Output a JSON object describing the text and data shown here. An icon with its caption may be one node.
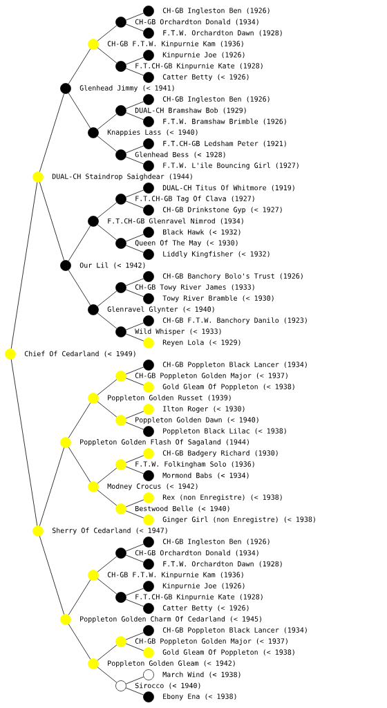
{
  "diagram": {
    "nodes": [
      {
        "text": [
          "CH-GB Ingleston Ben (1926)"
        ]
      },
      {
        "text": [
          "CH-GB Orchardton Donald (1934)"
        ]
      },
      {
        "text": [
          "F.T.W. Orchardton Dawn (1928)"
        ]
      },
      {
        "text": [
          "CH-GB F.T.W. Kinpurnie Kam (1936)"
        ]
      },
      {
        "text": [
          "Kinpurnie Joe (1926)"
        ]
      },
      {
        "text": [
          "F.T.CH-GB Kinpurnie Kate (1928)"
        ]
      },
      {
        "text": [
          "Catter Betty (< 1926)"
        ]
      },
      {
        "text": [
          "Glenhead Jimmy (< 1941)"
        ]
      },
      {
        "text": [
          "CH-GB Ingleston Ben (1926)"
        ]
      },
      {
        "text": [
          "DUAL-CH Bramshaw Bob (1929)"
        ]
      },
      {
        "text": [
          "F.T.W. Bramshaw Brimble (1926)"
        ]
      },
      {
        "text": [
          "Knappies Lass (< 1940)"
        ]
      },
      {
        "text": [
          "F.T.CH-GB Ledsham Peter (1921)"
        ]
      },
      {
        "text": [
          "Glenhead Bess (< 1928)"
        ]
      },
      {
        "text": [
          "F.T.W. L'ile Bouncing Girl (1927)"
        ]
      },
      {
        "text": [
          "DUAL-CH Staindrop Saighdear (1944)"
        ]
      },
      {
        "text": [
          "DUAL-CH Titus Of Whitmore (1919)"
        ]
      },
      {
        "text": [
          "F.T.CH-GB Tag Of Clava (1927)"
        ]
      },
      {
        "text": [
          "CH-GB Drinkstone Gyp (< 1927)"
        ]
      },
      {
        "text": [
          "F.T.CH-GB Glenravel Nimrod (1934)"
        ]
      },
      {
        "text": [
          "Black Hawk (< 1932)"
        ]
      },
      {
        "text": [
          "Queen Of The May (< 1930)"
        ]
      },
      {
        "text": [
          "Liddly Kingfisher (< 1932)"
        ]
      },
      {
        "text": [
          "Our Lil (< 1942)"
        ]
      },
      {
        "text": [
          "CH-GB Banchory Bolo's Trust (1926)"
        ]
      },
      {
        "text": [
          "CH-GB Towy River James (1933)"
        ]
      },
      {
        "text": [
          "Towy River Bramble (< 1930)"
        ]
      },
      {
        "text": [
          "Glenravel Glynter (< 1940)"
        ]
      },
      {
        "text": [
          "CH-GB F.T.W. Banchory Danilo (1923)"
        ]
      },
      {
        "text": [
          "Wild Whisper (< 1933)"
        ]
      },
      {
        "text": [
          "Reyen Lola (< 1929)"
        ]
      },
      {
        "text": [
          "Chief Of Cedarland (< 1949)"
        ]
      },
      {
        "text": [
          "CH-GB Poppleton Black Lancer (1934)"
        ]
      },
      {
        "text": [
          "CH-GB Poppleton Golden Major (< 1937)"
        ]
      },
      {
        "text": [
          "Gold Gleam Of Poppleton (< 1938)"
        ]
      },
      {
        "text": [
          "Poppleton Golden Russet (1939)"
        ]
      },
      {
        "text": [
          "Ilton Roger (< 1930)"
        ]
      },
      {
        "text": [
          "Poppleton Golden Dawn (< 1940)"
        ]
      },
      {
        "text": [
          "Poppleton Black Lilac (< 1938)"
        ]
      },
      {
        "text": [
          "Poppleton Golden Flash Of Sagaland (1944)"
        ]
      },
      {
        "text": [
          "CH-GB Badgery Richard (1930)"
        ]
      },
      {
        "text": [
          "F.T.W. Folkingham Solo (1936)"
        ]
      },
      {
        "text": [
          "Mormond Babs (< 1934)"
        ]
      },
      {
        "text": [
          "Modney Crocus (< 1942)"
        ]
      },
      {
        "text": [
          "Rex (non Enregistre) (< 1938)"
        ]
      },
      {
        "text": [
          "Bestwood Belle (< 1940)"
        ]
      },
      {
        "text": [
          "Ginger Girl (non Enregistre) (< 1938)"
        ]
      },
      {
        "text": [
          "Sherry Of Cedarland (< 1947)"
        ]
      },
      {
        "text": [
          "CH-GB Ingleston Ben (1926)"
        ]
      },
      {
        "text": [
          "CH-GB Orchardton Donald (1934)"
        ]
      },
      {
        "text": [
          "F.T.W. Orchardton Dawn (1928)"
        ]
      },
      {
        "text": [
          "CH-GB F.T.W. Kinpurnie Kam (1936)"
        ]
      },
      {
        "text": [
          "Kinpurnie Joe (1926)"
        ]
      },
      {
        "text": [
          "F.T.CH-GB Kinpurnie Kate (1928)"
        ]
      },
      {
        "text": [
          "Catter Betty (< 1926)"
        ]
      },
      {
        "text": [
          "Poppleton Golden Charm Of Cedarland (< 1945)"
        ]
      },
      {
        "text": [
          "CH-GB Poppleton Black Lancer (1934)"
        ]
      },
      {
        "text": [
          "CH-GB Poppleton Golden Major (< 1937)"
        ]
      },
      {
        "text": [
          "Gold Gleam Of Poppleton (< 1938)"
        ]
      },
      {
        "text": [
          "Poppleton Golden Gleam (< 1942)"
        ]
      },
      {
        "text": [
          "March Wind (< 1938)"
        ]
      },
      {
        "text": [
          "Sirocco (< 1940)"
        ]
      },
      {
        "text": [
          "Ebony Ena (< 1938)"
        ]
      }
    ],
    "edges": [
      {
        "from": 1,
        "to": 0,
        "arrow": "none"
      },
      {
        "from": 1,
        "to": 2,
        "arrow": "none"
      },
      {
        "from": 3,
        "to": 1,
        "arrow": "none"
      },
      {
        "from": 3,
        "to": 5,
        "arrow": "none"
      },
      {
        "from": 5,
        "to": 4,
        "arrow": "none"
      },
      {
        "from": 5,
        "to": 6,
        "arrow": "none"
      },
      {
        "from": 7,
        "to": 3,
        "arrow": "none"
      },
      {
        "from": 7,
        "to": 11,
        "arrow": "none"
      },
      {
        "from": 9,
        "to": 8,
        "arrow": "none"
      },
      {
        "from": 9,
        "to": 10,
        "arrow": "none"
      },
      {
        "from": 11,
        "to": 9,
        "arrow": "none"
      },
      {
        "from": 11,
        "to": 13,
        "arrow": "none"
      },
      {
        "from": 13,
        "to": 12,
        "arrow": "none"
      },
      {
        "from": 13,
        "to": 14,
        "arrow": "none"
      },
      {
        "from": 15,
        "to": 7,
        "arrow": "none"
      },
      {
        "from": 15,
        "to": 23,
        "arrow": "none"
      },
      {
        "from": 17,
        "to": 16,
        "arrow": "none"
      },
      {
        "from": 17,
        "to": 18,
        "arrow": "none"
      },
      {
        "from": 19,
        "to": 17,
        "arrow": "none"
      },
      {
        "from": 19,
        "to": 21,
        "arrow": "none"
      },
      {
        "from": 21,
        "to": 20,
        "arrow": "none"
      },
      {
        "from": 21,
        "to": 22,
        "arrow": "none"
      },
      {
        "from": 23,
        "to": 19,
        "arrow": "none"
      },
      {
        "from": 23,
        "to": 27,
        "arrow": "none"
      },
      {
        "from": 25,
        "to": 24,
        "arrow": "none"
      },
      {
        "from": 25,
        "to": 26,
        "arrow": "none"
      },
      {
        "from": 27,
        "to": 25,
        "arrow": "none"
      },
      {
        "from": 27,
        "to": 29,
        "arrow": "none"
      },
      {
        "from": 29,
        "to": 28,
        "arrow": "none"
      },
      {
        "from": 29,
        "to": 30,
        "arrow": "none"
      },
      {
        "from": 31,
        "to": 15,
        "arrow": "none"
      },
      {
        "from": 31,
        "to": 47,
        "arrow": "none"
      },
      {
        "from": 33,
        "to": 32,
        "arrow": "none"
      },
      {
        "from": 33,
        "to": 34,
        "arrow": "none"
      },
      {
        "from": 35,
        "to": 33,
        "arrow": "none"
      },
      {
        "from": 35,
        "to": 37,
        "arrow": "none"
      },
      {
        "from": 37,
        "to": 36,
        "arrow": "none"
      },
      {
        "from": 37,
        "to": 38,
        "arrow": "none"
      },
      {
        "from": 39,
        "to": 35,
        "arrow": "none"
      },
      {
        "from": 39,
        "to": 43,
        "arrow": "none"
      },
      {
        "from": 41,
        "to": 40,
        "arrow": "none"
      },
      {
        "from": 41,
        "to": 42,
        "arrow": "none"
      },
      {
        "from": 43,
        "to": 41,
        "arrow": "none"
      },
      {
        "from": 43,
        "to": 45,
        "arrow": "none"
      },
      {
        "from": 45,
        "to": 44,
        "arrow": "none"
      },
      {
        "from": 45,
        "to": 46,
        "arrow": "none"
      },
      {
        "from": 47,
        "to": 39,
        "arrow": "none"
      },
      {
        "from": 47,
        "to": 55,
        "arrow": "none"
      },
      {
        "from": 49,
        "to": 48,
        "arrow": "none"
      },
      {
        "from": 49,
        "to": 50,
        "arrow": "none"
      },
      {
        "from": 51,
        "to": 49,
        "arrow": "none"
      },
      {
        "from": 51,
        "to": 53,
        "arrow": "none"
      },
      {
        "from": 53,
        "to": 52,
        "arrow": "none"
      },
      {
        "from": 53,
        "to": 54,
        "arrow": "none"
      },
      {
        "from": 55,
        "to": 51,
        "arrow": "none"
      },
      {
        "from": 55,
        "to": 59,
        "arrow": "none"
      },
      {
        "from": 57,
        "to": 56,
        "arrow": "none"
      },
      {
        "from": 57,
        "to": 58,
        "arrow": "none"
      },
      {
        "from": 59,
        "to": 57,
        "arrow": "none"
      },
      {
        "from": 59,
        "to": 61,
        "arrow": "none"
      },
      {
        "from": 61,
        "to": 60,
        "arrow": "none"
      },
      {
        "from": 61,
        "to": 62,
        "arrow": "none"
      }
    ]
  }
}
